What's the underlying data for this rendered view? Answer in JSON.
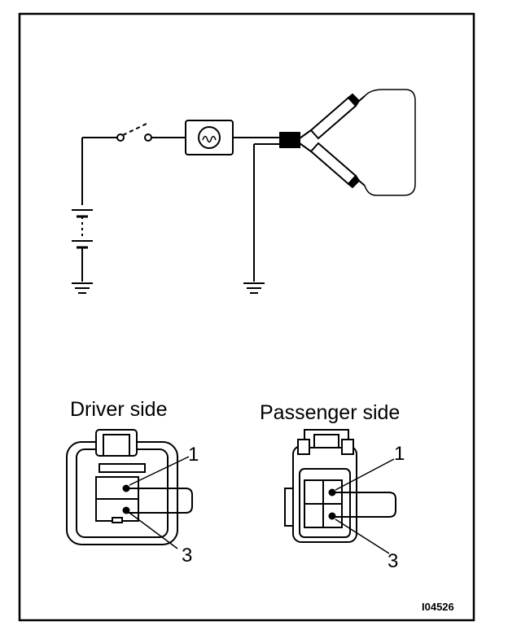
{
  "labels": {
    "driver_side": "Driver side",
    "passenger_side": "Passenger side",
    "pin_one_driver": "1",
    "pin_three_driver": "3",
    "pin_one_passenger": "1",
    "pin_three_passenger": "3",
    "figure_code": "I04526"
  },
  "icons": {
    "switch": "switch-icon",
    "battery": "battery-icon",
    "ground": "ground-icon",
    "bulb": "bulb-icon",
    "connector": "connector-icon",
    "probe": "probe-icon"
  }
}
